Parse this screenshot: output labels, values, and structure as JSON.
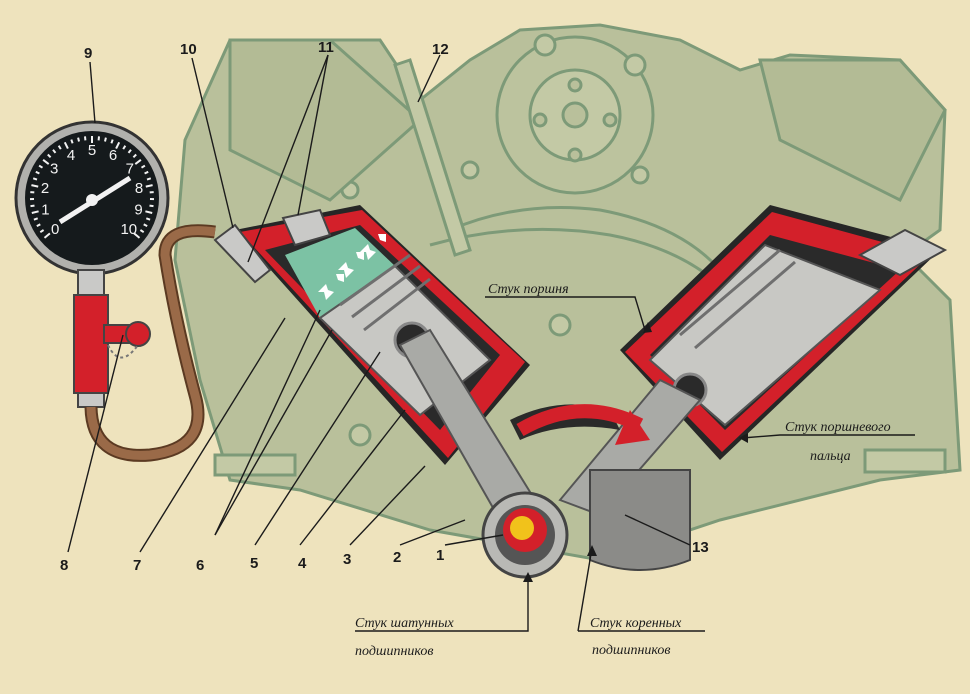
{
  "gauge": {
    "dial_numbers": [
      "0",
      "1",
      "2",
      "3",
      "4",
      "5",
      "6",
      "7",
      "8",
      "9",
      "10"
    ]
  },
  "numbers": {
    "n1": "1",
    "n2": "2",
    "n3": "3",
    "n4": "4",
    "n5": "5",
    "n6": "6",
    "n7": "7",
    "n8": "8",
    "n9": "9",
    "n10": "10",
    "n11": "11",
    "n12": "12",
    "n13": "13"
  },
  "captions": {
    "piston_knock": "Стук поршня",
    "pin_knock_line1": "Стук поршневого",
    "pin_knock_line2": "пальца",
    "rod_bearing_line1": "Стук шатунных",
    "rod_bearing_line2": "подшипников",
    "main_bearing_line1": "Стук коренных",
    "main_bearing_line2": "подшипников"
  },
  "colors": {
    "background": "#eee3bd",
    "engine_outline": "#7d9a78",
    "engine_fill": "#b9c09b",
    "cylinder_red": "#d3202a",
    "metal": "#c8c8c4",
    "chamber_green": "#7cc2a4",
    "gauge_face": "#151a1c",
    "hose": "#9a6a48"
  }
}
